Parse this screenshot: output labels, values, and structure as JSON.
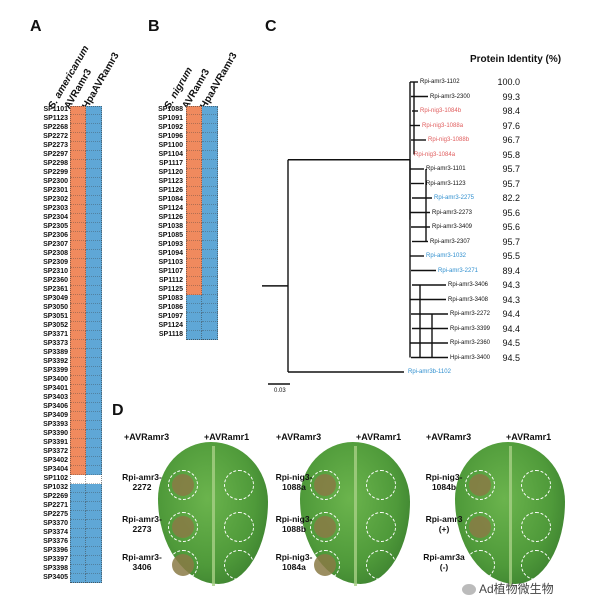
{
  "panels": {
    "a": "A",
    "b": "B",
    "c": "C",
    "d": "D"
  },
  "panel_a": {
    "headers": [
      "S. americanum",
      "AVRamr3",
      "HpaAVRamr3"
    ],
    "rows": [
      {
        "id": "SP1101",
        "avr": "orange",
        "hpa": "blue"
      },
      {
        "id": "SP1123",
        "avr": "orange",
        "hpa": "blue"
      },
      {
        "id": "SP2268",
        "avr": "orange",
        "hpa": "blue"
      },
      {
        "id": "SP2272",
        "avr": "orange",
        "hpa": "blue"
      },
      {
        "id": "SP2273",
        "avr": "orange",
        "hpa": "blue"
      },
      {
        "id": "SP2297",
        "avr": "orange",
        "hpa": "blue"
      },
      {
        "id": "SP2298",
        "avr": "orange",
        "hpa": "blue"
      },
      {
        "id": "SP2299",
        "avr": "orange",
        "hpa": "blue"
      },
      {
        "id": "SP2300",
        "avr": "orange",
        "hpa": "blue"
      },
      {
        "id": "SP2301",
        "avr": "orange",
        "hpa": "blue"
      },
      {
        "id": "SP2302",
        "avr": "orange",
        "hpa": "blue"
      },
      {
        "id": "SP2303",
        "avr": "orange",
        "hpa": "blue"
      },
      {
        "id": "SP2304",
        "avr": "orange",
        "hpa": "blue"
      },
      {
        "id": "SP2305",
        "avr": "orange",
        "hpa": "blue"
      },
      {
        "id": "SP2306",
        "avr": "orange",
        "hpa": "blue"
      },
      {
        "id": "SP2307",
        "avr": "orange",
        "hpa": "blue"
      },
      {
        "id": "SP2308",
        "avr": "orange",
        "hpa": "blue"
      },
      {
        "id": "SP2309",
        "avr": "orange",
        "hpa": "blue"
      },
      {
        "id": "SP2310",
        "avr": "orange",
        "hpa": "blue"
      },
      {
        "id": "SP2360",
        "avr": "orange",
        "hpa": "blue"
      },
      {
        "id": "SP2361",
        "avr": "orange",
        "hpa": "blue"
      },
      {
        "id": "SP3049",
        "avr": "orange",
        "hpa": "blue"
      },
      {
        "id": "SP3050",
        "avr": "orange",
        "hpa": "blue"
      },
      {
        "id": "SP3051",
        "avr": "orange",
        "hpa": "blue"
      },
      {
        "id": "SP3052",
        "avr": "orange",
        "hpa": "blue"
      },
      {
        "id": "SP3371",
        "avr": "orange",
        "hpa": "blue"
      },
      {
        "id": "SP3373",
        "avr": "orange",
        "hpa": "blue"
      },
      {
        "id": "SP3389",
        "avr": "orange",
        "hpa": "blue"
      },
      {
        "id": "SP3392",
        "avr": "orange",
        "hpa": "blue"
      },
      {
        "id": "SP3399",
        "avr": "orange",
        "hpa": "blue"
      },
      {
        "id": "SP3400",
        "avr": "orange",
        "hpa": "blue"
      },
      {
        "id": "SP3401",
        "avr": "orange",
        "hpa": "blue"
      },
      {
        "id": "SP3403",
        "avr": "orange",
        "hpa": "blue"
      },
      {
        "id": "SP3406",
        "avr": "orange",
        "hpa": "blue"
      },
      {
        "id": "SP3409",
        "avr": "orange",
        "hpa": "blue"
      },
      {
        "id": "SP3393",
        "avr": "orange",
        "hpa": "blue"
      },
      {
        "id": "SP3390",
        "avr": "orange",
        "hpa": "blue"
      },
      {
        "id": "SP3391",
        "avr": "orange",
        "hpa": "blue"
      },
      {
        "id": "SP3372",
        "avr": "orange",
        "hpa": "blue"
      },
      {
        "id": "SP3402",
        "avr": "orange",
        "hpa": "blue"
      },
      {
        "id": "SP3404",
        "avr": "orange",
        "hpa": "blue"
      },
      {
        "id": "SP1102",
        "avr": "white",
        "hpa": "white"
      },
      {
        "id": "SP1032",
        "avr": "blue",
        "hpa": "blue"
      },
      {
        "id": "SP2269",
        "avr": "blue",
        "hpa": "blue"
      },
      {
        "id": "SP2271",
        "avr": "blue",
        "hpa": "blue"
      },
      {
        "id": "SP2275",
        "avr": "blue",
        "hpa": "blue"
      },
      {
        "id": "SP3370",
        "avr": "blue",
        "hpa": "blue"
      },
      {
        "id": "SP3374",
        "avr": "blue",
        "hpa": "blue"
      },
      {
        "id": "SP3376",
        "avr": "blue",
        "hpa": "blue"
      },
      {
        "id": "SP3396",
        "avr": "blue",
        "hpa": "blue"
      },
      {
        "id": "SP3397",
        "avr": "blue",
        "hpa": "blue"
      },
      {
        "id": "SP3398",
        "avr": "blue",
        "hpa": "blue"
      },
      {
        "id": "SP3405",
        "avr": "blue",
        "hpa": "blue"
      }
    ]
  },
  "panel_b": {
    "headers": [
      "S. nigrum",
      "AVRamr3",
      "HpaAVRamr3"
    ],
    "rows": [
      {
        "id": "SP1088",
        "avr": "orange",
        "hpa": "blue"
      },
      {
        "id": "SP1091",
        "avr": "orange",
        "hpa": "blue"
      },
      {
        "id": "SP1092",
        "avr": "orange",
        "hpa": "blue"
      },
      {
        "id": "SP1096",
        "avr": "orange",
        "hpa": "blue"
      },
      {
        "id": "SP1100",
        "avr": "orange",
        "hpa": "blue"
      },
      {
        "id": "SP1104",
        "avr": "orange",
        "hpa": "blue"
      },
      {
        "id": "SP1117",
        "avr": "orange",
        "hpa": "blue"
      },
      {
        "id": "SP1120",
        "avr": "orange",
        "hpa": "blue"
      },
      {
        "id": "SP1123",
        "avr": "orange",
        "hpa": "blue"
      },
      {
        "id": "SP1126",
        "avr": "orange",
        "hpa": "blue"
      },
      {
        "id": "SP1084",
        "avr": "orange",
        "hpa": "blue"
      },
      {
        "id": "SP1124",
        "avr": "orange",
        "hpa": "blue"
      },
      {
        "id": "SP1126",
        "avr": "orange",
        "hpa": "blue"
      },
      {
        "id": "SP1038",
        "avr": "orange",
        "hpa": "blue"
      },
      {
        "id": "SP1085",
        "avr": "orange",
        "hpa": "blue"
      },
      {
        "id": "SP1093",
        "avr": "orange",
        "hpa": "blue"
      },
      {
        "id": "SP1094",
        "avr": "orange",
        "hpa": "blue"
      },
      {
        "id": "SP1103",
        "avr": "orange",
        "hpa": "blue"
      },
      {
        "id": "SP1107",
        "avr": "orange",
        "hpa": "blue"
      },
      {
        "id": "SP1112",
        "avr": "orange",
        "hpa": "blue"
      },
      {
        "id": "SP1125",
        "avr": "orange",
        "hpa": "blue"
      },
      {
        "id": "SP1083",
        "avr": "blue",
        "hpa": "blue"
      },
      {
        "id": "SP1086",
        "avr": "blue",
        "hpa": "blue"
      },
      {
        "id": "SP1097",
        "avr": "blue",
        "hpa": "blue"
      },
      {
        "id": "SP1124",
        "avr": "blue",
        "hpa": "blue"
      },
      {
        "id": "SP1118",
        "avr": "blue",
        "hpa": "blue"
      }
    ]
  },
  "panel_c": {
    "identity_header": "Protein Identity (%)",
    "scale_label": "0.03",
    "leaves": [
      {
        "label": "Rpi-amr3-1102",
        "color": "black",
        "identity": "100.0"
      },
      {
        "label": "Rpi-amr3-2300",
        "color": "black",
        "identity": "99.3"
      },
      {
        "label": "Rpi-nig3-1084b",
        "color": "red",
        "identity": "98.4"
      },
      {
        "label": "Rpi-nig3-1088a",
        "color": "red",
        "identity": "97.6"
      },
      {
        "label": "Rpi-nig3-1088b",
        "color": "red",
        "identity": "96.7"
      },
      {
        "label": "Rpi-nig3-1084a",
        "color": "red",
        "identity": "95.8"
      },
      {
        "label": "Rpi-amr3-1101",
        "color": "black",
        "identity": "95.7"
      },
      {
        "label": "Rpi-amr3-1123",
        "color": "black",
        "identity": "95.7"
      },
      {
        "label": "Rpi-amr3-2275",
        "color": "blue",
        "identity": "82.2"
      },
      {
        "label": "Rpi-amr3-2273",
        "color": "black",
        "identity": "95.6"
      },
      {
        "label": "Rpi-amr3-3409",
        "color": "black",
        "identity": "95.6"
      },
      {
        "label": "Rpi-amr3-2307",
        "color": "black",
        "identity": "95.7"
      },
      {
        "label": "Rpi-amr3-1032",
        "color": "blue",
        "identity": "95.5"
      },
      {
        "label": "Rpi-amr3-2271",
        "color": "blue",
        "identity": "89.4"
      },
      {
        "label": "Rpi-amr3-3406",
        "color": "black",
        "identity": "94.3"
      },
      {
        "label": "Rpi-amr3-3408",
        "color": "black",
        "identity": "94.3"
      },
      {
        "label": "Rpi-amr3-2272",
        "color": "black",
        "identity": "94.4"
      },
      {
        "label": "Rpi-amr3-3399",
        "color": "black",
        "identity": "94.4"
      },
      {
        "label": "Rpi-amr3-2360",
        "color": "black",
        "identity": "94.5"
      },
      {
        "label": "Hpi-amr3-3400",
        "color": "black",
        "identity": "94.5"
      }
    ],
    "outgroup": {
      "label": "Rpi-amr3b-1102",
      "color": "blue"
    }
  },
  "panel_d": {
    "leaves": [
      {
        "top_left": "+AVRamr3",
        "top_right": "+AVRamr1",
        "labels": [
          "Rpi-amr3-\n2272",
          "Rpi-amr3-\n2273",
          "Rpi-amr3-\n3406"
        ]
      },
      {
        "top_left": "+AVRamr3",
        "top_right": "+AVRamr1",
        "labels": [
          "Rpi-nig3-\n1088a",
          "Rpi-nig3-\n1088b",
          "Rpi-nig3-\n1084a"
        ]
      },
      {
        "top_left": "+AVRamr3",
        "top_right": "+AVRamr1",
        "labels": [
          "Rpi-nig3-\n1084b",
          "Rpi-amr3\n(+)",
          "Rpi-amr3a\n(-)"
        ]
      }
    ]
  },
  "watermark": "Ad植物微生物",
  "colors": {
    "orange": "#f08a5e",
    "blue": "#5fa7d6",
    "leaf_green": "#4f9a3a",
    "leaf_dark": "#2f6f28",
    "hr_brown": "#8a7a45"
  }
}
